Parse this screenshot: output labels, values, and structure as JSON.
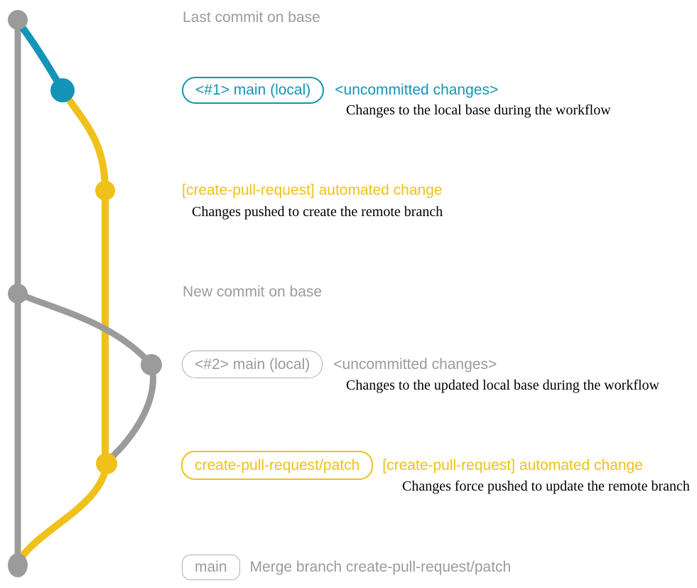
{
  "colors": {
    "gray": "#9B9B9B",
    "blue": "#1494B6",
    "yellow": "#EFC11A",
    "caption_text": "#000000",
    "border_gray": "#AFAFAF"
  },
  "graph": {
    "type": "git-branch-graph",
    "branches": [
      {
        "name": "base",
        "color": "gray"
      },
      {
        "name": "main (local) #1",
        "color": "blue"
      },
      {
        "name": "create-pull-request/patch",
        "color": "yellow"
      },
      {
        "name": "main (local) #2",
        "color": "gray"
      }
    ],
    "commits": [
      {
        "name": "last-commit-on-base",
        "color": "gray"
      },
      {
        "name": "main-local-1-uncommitted",
        "color": "blue"
      },
      {
        "name": "automated-change-1",
        "color": "yellow"
      },
      {
        "name": "new-commit-on-base",
        "color": "gray"
      },
      {
        "name": "main-local-2-uncommitted",
        "color": "gray"
      },
      {
        "name": "automated-change-2",
        "color": "yellow"
      },
      {
        "name": "merge-commit",
        "color": "gray"
      }
    ]
  },
  "annotations": {
    "last_commit": {
      "heading": "Last commit on base"
    },
    "main_local_1": {
      "badge": "<#1> main (local)",
      "title": "<uncommitted changes>",
      "caption": "Changes to the local base during the workflow"
    },
    "automated_change_1": {
      "title": "[create-pull-request] automated change",
      "caption": "Changes pushed to create the remote branch"
    },
    "new_commit": {
      "heading": "New commit on base"
    },
    "main_local_2": {
      "badge": "<#2> main (local)",
      "title": "<uncommitted changes>",
      "caption": "Changes to the updated local base during the workflow"
    },
    "patch_branch": {
      "badge": "create-pull-request/patch",
      "title": "[create-pull-request] automated change",
      "caption": "Changes force pushed to update the remote branch"
    },
    "merge": {
      "badge": "main",
      "title": "Merge branch create-pull-request/patch"
    }
  }
}
